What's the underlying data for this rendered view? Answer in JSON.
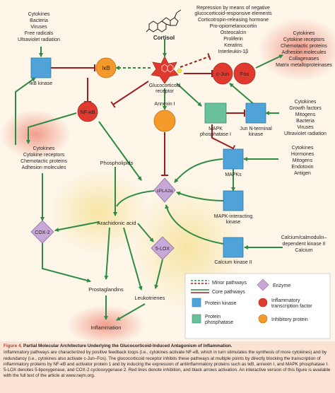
{
  "colors": {
    "green": "#2e8b43",
    "red": "#9e1b1e",
    "protein_kinase": "#4fa3d9",
    "protein_phosphatase": "#68c19a",
    "enzyme": "#c7a8d6",
    "inflammatory_tf": "#e03a2f",
    "inhibitory_protein": "#f39a2b",
    "background": "#fdf6e9",
    "caption_bg": "#fbe3d3"
  },
  "diagram": {
    "cortisol": "Cortisol",
    "receptor": [
      "Glucocorticoid",
      "receptor"
    ],
    "repression": [
      "Repression by means of negative",
      "glucocorticoid-responsive elements",
      "Corticotropin-releasing hormone",
      "Pro-opiomelanocortin",
      "Osteocalcin",
      "Proliferin",
      "Keratins",
      "Interleukin-1β"
    ],
    "stimuli_top_left": [
      "Cytokines",
      "Bacteria",
      "Viruses",
      "Free radicals",
      "Ultraviolet radiation"
    ],
    "ikb_kinase": "IκB kinase",
    "ikb": "IκB",
    "nfkb": "NF-κB",
    "cjun": "c-Jun",
    "fos": "Fos",
    "ap1_targets": [
      "Cytokines",
      "Cytokine receptors",
      "Chemotactic proteins",
      "Adhesion molecules",
      "Collagenases",
      "Matrix metalloproteinases"
    ],
    "mapk_phosphatase": [
      "MAPK",
      "phosphatase I"
    ],
    "jnk": [
      "Jun N-terminal",
      "kinase"
    ],
    "jnk_stimuli": [
      "Cytokines",
      "Growth factors",
      "Mitogens",
      "Bacteria",
      "Viruses",
      "Ultraviolet radiation"
    ],
    "nfkb_targets": [
      "Cytokines",
      "Cytokine receptors",
      "Chemotactic proteins",
      "Adhesion molecules"
    ],
    "annexin": "Annexin I",
    "mapks": "MAPKs",
    "mapk_stimuli": [
      "Cytokines",
      "Hormones",
      "Mitogens",
      "Endotoxin",
      "Antigen"
    ],
    "phospholipids": "Phospholipids",
    "cpla2": "cPLA2α",
    "mapk_interacting": [
      "MAPK-interacting",
      "kinase"
    ],
    "arachidonic": "Arachidonic acid",
    "cox2": "COX-2",
    "lox5": "5-LOX",
    "calcium_stimuli": [
      "Calcium/calmodulin–",
      "dependent kinase II",
      "Calcium"
    ],
    "calcium_kinase": "Calcium kinase II",
    "prostaglandins": "Prostaglandins",
    "leukotrienes": "Leukotrienes",
    "inflammation": "Inflammation"
  },
  "legend": {
    "minor": "Minor pathways",
    "core": "Core pathways",
    "enzyme": "Enzyme",
    "kinase": "Protein kinase",
    "tf": [
      "Inflammatory",
      "transcription factor"
    ],
    "phosphatase": [
      "Protein",
      "phosphatase"
    ],
    "inhibitory": "Inhibitory protein"
  },
  "caption": {
    "fig": "Figure 4.",
    "title": "Partial Molecular Architecture Underlying the Glucocorticoid-Induced Antagonism of Inflammation.",
    "body": "Inflammatory pathways are characterized by positive feedback loops (i.e., cytokines activate NF-κB, which in turn stimulates the synthesis of more cytokines) and by redundancy (i.e., cytokines also activate c-Jun–Fos). The glucocorticoid receptor inhibits these pathways at multiple points by directly blocking the transcription of inflammatory proteins by NF-κB and activator protein 1 and by inducing the expression of antiinflammatory proteins such as IκB, annexin I, and MAPK phosphatase I. 5-LOX denotes 5-lipoxygenase, and COX-2 cyclooxygenase 2. Red lines denote inhibition, and black arrows activation. An interactive version of this figure is available with the full text of the article at www.nejm.org."
  }
}
